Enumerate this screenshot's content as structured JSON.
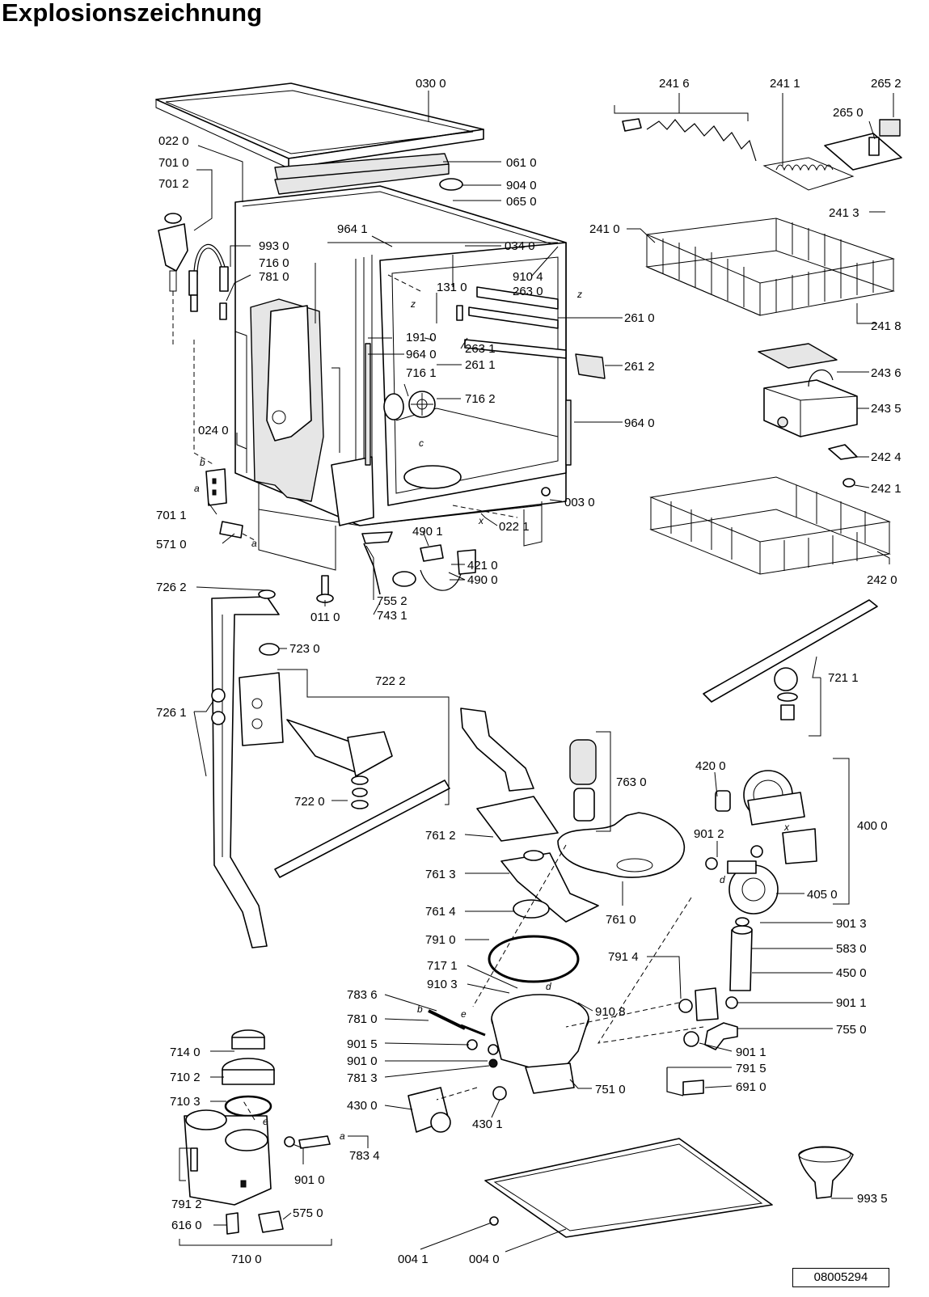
{
  "title": "Explosionszeichnung",
  "document_number": "08005294",
  "callouts": [
    "030 0",
    "241 6",
    "241 1",
    "265 2",
    "265 0",
    "022 0",
    "701 0",
    "701 2",
    "061 0",
    "904 0",
    "065 0",
    "241 3",
    "241 0",
    "964 1",
    "034 0",
    "993 0",
    "716 0",
    "781 0",
    "910 4",
    "263 0",
    "131 0",
    "261 0",
    "241 8",
    "191 0",
    "964 0",
    "263 1",
    "261 1",
    "261 2",
    "243 6",
    "716 1",
    "716 2",
    "243 5",
    "024 0",
    "964 0",
    "242 4",
    "242 1",
    "701 1",
    "003 0",
    "571 0",
    "490 1",
    "022 1",
    "421 0",
    "490 0",
    "242 0",
    "726 2",
    "755 2",
    "743 1",
    "011 0",
    "723 0",
    "721 1",
    "722 2",
    "726 1",
    "763 0",
    "420 0",
    "722 0",
    "901 2",
    "400 0",
    "761 2",
    "761 3",
    "405 0",
    "761 4",
    "761 0",
    "901 3",
    "791 0",
    "791 4",
    "583 0",
    "717 1",
    "450 0",
    "910 3",
    "783 6",
    "910 8",
    "901 1",
    "781 0",
    "755 0",
    "901 5",
    "901 1",
    "901 0",
    "791 5",
    "714 0",
    "781 3",
    "751 0",
    "691 0",
    "710 2",
    "430 0",
    "710 3",
    "430 1",
    "783 4",
    "901 0",
    "791 2",
    "575 0",
    "616 0",
    "993 5",
    "710 0",
    "004 1",
    "004 0"
  ],
  "letters": [
    "z",
    "z",
    "c",
    "b",
    "a",
    "a",
    "x",
    "d",
    "x",
    "b",
    "e",
    "d",
    "e",
    "a"
  ]
}
